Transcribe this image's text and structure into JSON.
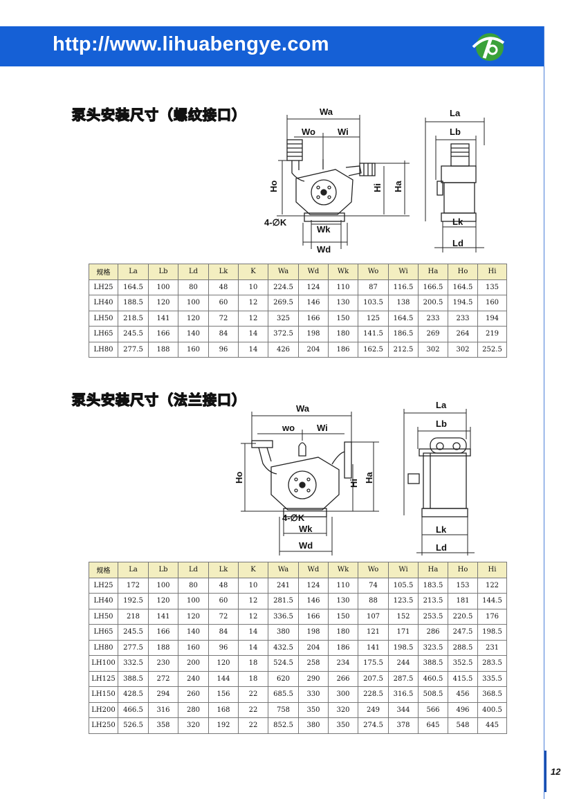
{
  "header": {
    "url": "http://www.lihuabengye.com",
    "colors": {
      "banner": "#1560d6",
      "logo": "#3aa13a",
      "table_header": "#f3eec0"
    }
  },
  "page_number": "12",
  "section1": {
    "title": "泵头安装尺寸（螺纹接口）",
    "dims": [
      "Wa",
      "Wo",
      "Wi",
      "Ho",
      "Hi",
      "Ha",
      "4-∅K",
      "Wk",
      "Wd",
      "La",
      "Lb",
      "Lk",
      "Ld"
    ],
    "table": {
      "headers": [
        "规格",
        "La",
        "Lb",
        "Ld",
        "Lk",
        "K",
        "Wa",
        "Wd",
        "Wk",
        "Wo",
        "Wi",
        "Ha",
        "Ho",
        "Hi"
      ],
      "rows": [
        [
          "LH25",
          "164.5",
          "100",
          "80",
          "48",
          "10",
          "224.5",
          "124",
          "110",
          "87",
          "116.5",
          "166.5",
          "164.5",
          "135"
        ],
        [
          "LH40",
          "188.5",
          "120",
          "100",
          "60",
          "12",
          "269.5",
          "146",
          "130",
          "103.5",
          "138",
          "200.5",
          "194.5",
          "160"
        ],
        [
          "LH50",
          "218.5",
          "141",
          "120",
          "72",
          "12",
          "325",
          "166",
          "150",
          "125",
          "164.5",
          "233",
          "233",
          "194"
        ],
        [
          "LH65",
          "245.5",
          "166",
          "140",
          "84",
          "14",
          "372.5",
          "198",
          "180",
          "141.5",
          "186.5",
          "269",
          "264",
          "219"
        ],
        [
          "LH80",
          "277.5",
          "188",
          "160",
          "96",
          "14",
          "426",
          "204",
          "186",
          "162.5",
          "212.5",
          "302",
          "302",
          "252.5"
        ]
      ]
    }
  },
  "section2": {
    "title": "泵头安装尺寸（法兰接口）",
    "dims": [
      "Wa",
      "wo",
      "Wi",
      "Ho",
      "Hi",
      "Ha",
      "4-∅K",
      "Wk",
      "Wd",
      "La",
      "Lb",
      "Lk",
      "Ld"
    ],
    "table": {
      "headers": [
        "规格",
        "La",
        "Lb",
        "Ld",
        "Lk",
        "K",
        "Wa",
        "Wd",
        "Wk",
        "Wo",
        "Wi",
        "Ha",
        "Ho",
        "Hi"
      ],
      "rows": [
        [
          "LH25",
          "172",
          "100",
          "80",
          "48",
          "10",
          "241",
          "124",
          "110",
          "74",
          "105.5",
          "183.5",
          "153",
          "122"
        ],
        [
          "LH40",
          "192.5",
          "120",
          "100",
          "60",
          "12",
          "281.5",
          "146",
          "130",
          "88",
          "123.5",
          "213.5",
          "181",
          "144.5"
        ],
        [
          "LH50",
          "218",
          "141",
          "120",
          "72",
          "12",
          "336.5",
          "166",
          "150",
          "107",
          "152",
          "253.5",
          "220.5",
          "176"
        ],
        [
          "LH65",
          "245.5",
          "166",
          "140",
          "84",
          "14",
          "380",
          "198",
          "180",
          "121",
          "171",
          "286",
          "247.5",
          "198.5"
        ],
        [
          "LH80",
          "277.5",
          "188",
          "160",
          "96",
          "14",
          "432.5",
          "204",
          "186",
          "141",
          "198.5",
          "323.5",
          "288.5",
          "231"
        ],
        [
          "LH100",
          "332.5",
          "230",
          "200",
          "120",
          "18",
          "524.5",
          "258",
          "234",
          "175.5",
          "244",
          "388.5",
          "352.5",
          "283.5"
        ],
        [
          "LH125",
          "388.5",
          "272",
          "240",
          "144",
          "18",
          "620",
          "290",
          "266",
          "207.5",
          "287.5",
          "460.5",
          "415.5",
          "335.5"
        ],
        [
          "LH150",
          "428.5",
          "294",
          "260",
          "156",
          "22",
          "685.5",
          "330",
          "300",
          "228.5",
          "316.5",
          "508.5",
          "456",
          "368.5"
        ],
        [
          "LH200",
          "466.5",
          "316",
          "280",
          "168",
          "22",
          "758",
          "350",
          "320",
          "249",
          "344",
          "566",
          "496",
          "400.5"
        ],
        [
          "LH250",
          "526.5",
          "358",
          "320",
          "192",
          "22",
          "852.5",
          "380",
          "350",
          "274.5",
          "378",
          "645",
          "548",
          "445"
        ]
      ]
    }
  }
}
